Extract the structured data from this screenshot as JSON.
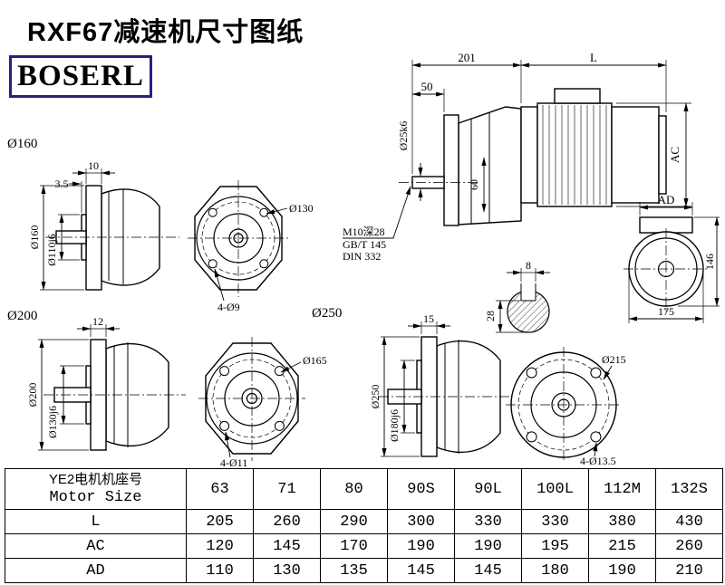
{
  "page": {
    "title": "RXF67减速机尺寸图纸",
    "brand": "BOSERL"
  },
  "colors": {
    "background": "#ffffff",
    "line": "#000000",
    "brand_border": "#27217a"
  },
  "drawings": {
    "main_view": {
      "overall_a": "201",
      "overall_b": "L",
      "shaft_length": "50",
      "shaft_diameter": "Ø25k6",
      "flange_spigot": "60",
      "motor_height": "AC",
      "note1": "M10深28",
      "note2": "GB/T 145",
      "note3": "DIN 332"
    },
    "motor_front": {
      "dim_top": "AD",
      "dim_right": "146",
      "dim_bottom": "175"
    },
    "keyway": {
      "dim_width": "8",
      "dim_height": "28"
    },
    "flange160": {
      "section_label": "Ø160",
      "dim_thickness": "10",
      "dim_step": "3.5",
      "dim_outer": "Ø160",
      "dim_pilot": "Ø110j6",
      "front_circle": "Ø130",
      "front_holes": "4-Ø9"
    },
    "flange200": {
      "section_label": "Ø200",
      "dim_thickness": "12",
      "dim_outer": "Ø200",
      "dim_pilot": "Ø130j6",
      "front_circle": "Ø165",
      "front_holes": "4-Ø11"
    },
    "flange250": {
      "section_label": "Ø250",
      "dim_thickness": "15",
      "dim_outer": "Ø250",
      "dim_pilot": "Ø180j6",
      "front_circle": "Ø215",
      "front_holes": "4-Ø13.5"
    }
  },
  "table": {
    "header": {
      "line1": "YE2电机机座号",
      "line2": "Motor Size"
    },
    "columns": [
      "63",
      "71",
      "80",
      "90S",
      "90L",
      "100L",
      "112M",
      "132S"
    ],
    "rows": [
      {
        "label": "L",
        "values": [
          "205",
          "260",
          "290",
          "300",
          "330",
          "330",
          "380",
          "430"
        ]
      },
      {
        "label": "AC",
        "values": [
          "120",
          "145",
          "170",
          "190",
          "190",
          "195",
          "215",
          "260"
        ]
      },
      {
        "label": "AD",
        "values": [
          "110",
          "130",
          "135",
          "145",
          "145",
          "180",
          "190",
          "210"
        ]
      }
    ]
  }
}
